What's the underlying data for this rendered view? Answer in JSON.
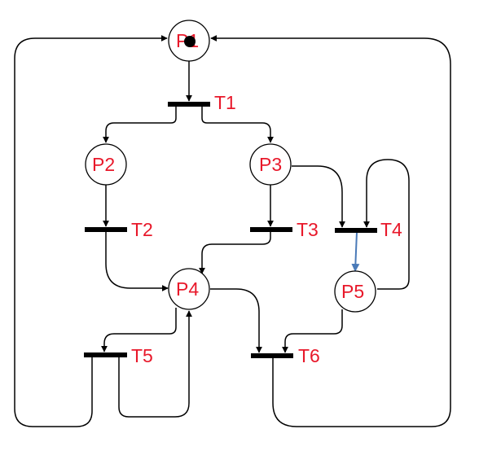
{
  "places": [
    {
      "id": "P1",
      "label": "P1",
      "tokens": 1
    },
    {
      "id": "P2",
      "label": "P2",
      "tokens": 0
    },
    {
      "id": "P3",
      "label": "P3",
      "tokens": 0
    },
    {
      "id": "P4",
      "label": "P4",
      "tokens": 0
    },
    {
      "id": "P5",
      "label": "P5",
      "tokens": 0
    }
  ],
  "transitions": [
    {
      "id": "T1",
      "label": "T1"
    },
    {
      "id": "T2",
      "label": "T2"
    },
    {
      "id": "T3",
      "label": "T3"
    },
    {
      "id": "T4",
      "label": "T4"
    },
    {
      "id": "T5",
      "label": "T5"
    },
    {
      "id": "T6",
      "label": "T6"
    }
  ],
  "arcs": [
    {
      "from": "P1",
      "to": "T1"
    },
    {
      "from": "T1",
      "to": "P2"
    },
    {
      "from": "T1",
      "to": "P3"
    },
    {
      "from": "P2",
      "to": "T2"
    },
    {
      "from": "P3",
      "to": "T3"
    },
    {
      "from": "P3",
      "to": "T4"
    },
    {
      "from": "T2",
      "to": "P4"
    },
    {
      "from": "T3",
      "to": "P4"
    },
    {
      "from": "T4",
      "to": "P5",
      "highlight": true
    },
    {
      "from": "P5",
      "to": "T4"
    },
    {
      "from": "P4",
      "to": "T5"
    },
    {
      "from": "T5",
      "to": "P4"
    },
    {
      "from": "P4",
      "to": "T6"
    },
    {
      "from": "P5",
      "to": "T6"
    },
    {
      "from": "T5",
      "to": "P1"
    },
    {
      "from": "T6",
      "to": "P1"
    }
  ],
  "colors": {
    "label": "#e8182a",
    "highlight_arc": "#4a7ab8",
    "stroke": "#000000"
  }
}
